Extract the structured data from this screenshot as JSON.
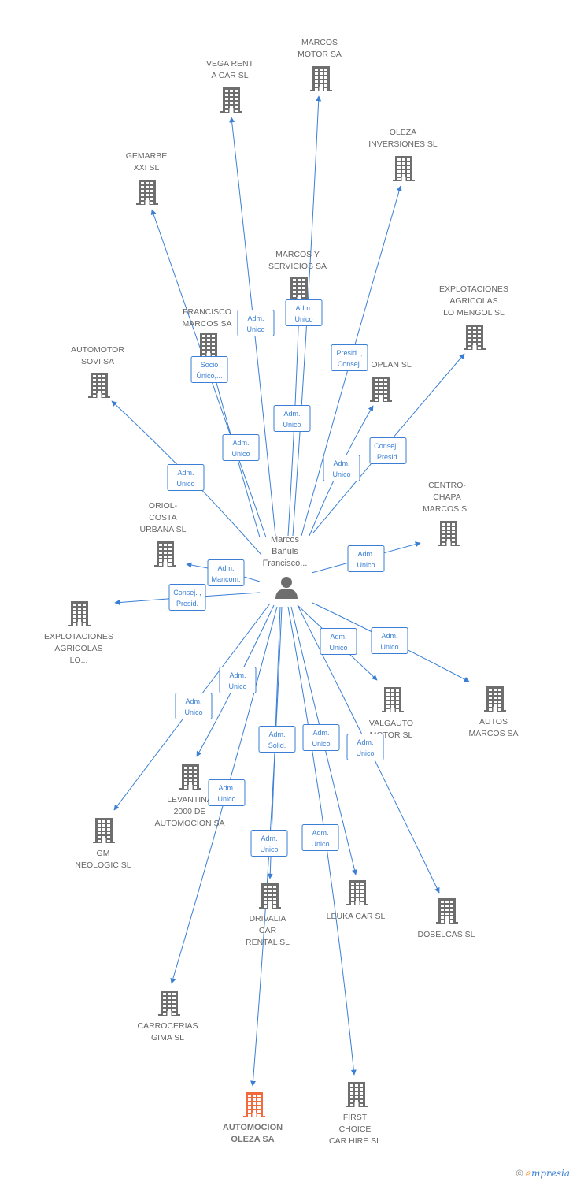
{
  "colors": {
    "edge": "#3a7fd5",
    "company": "#6e6e6e",
    "highlight": "#f26a3c",
    "person": "#6e6e6e"
  },
  "person": {
    "name_lines": [
      "Marcos",
      "Bañuls",
      "Francisco..."
    ],
    "icon": "person-icon"
  },
  "companies": [
    {
      "id": "marcos-motor",
      "lines": [
        "MARCOS",
        "MOTOR SA"
      ],
      "icon": "building-icon"
    },
    {
      "id": "vega-rent",
      "lines": [
        "VEGA RENT",
        "A CAR SL"
      ],
      "icon": "building-icon"
    },
    {
      "id": "oleza-inversiones",
      "lines": [
        "OLEZA",
        "INVERSIONES SL"
      ],
      "icon": "building-icon"
    },
    {
      "id": "gemarbe",
      "lines": [
        "GEMARBE",
        "XXI SL"
      ],
      "icon": "building-icon"
    },
    {
      "id": "marcos-servicios",
      "lines": [
        "MARCOS Y",
        "SERVICIOS SA"
      ],
      "icon": "building-icon"
    },
    {
      "id": "explotaciones-mengol",
      "lines": [
        "EXPLOTACIONES",
        "AGRICOLAS",
        "LO MENGOL SL"
      ],
      "icon": "building-icon"
    },
    {
      "id": "francisco-marcos",
      "lines": [
        "FRANCISCO",
        "MARCOS SA"
      ],
      "icon": "building-icon"
    },
    {
      "id": "automotor-sovi",
      "lines": [
        "AUTOMOTOR",
        "SOVI SA"
      ],
      "icon": "building-icon"
    },
    {
      "id": "oplan",
      "lines": [
        "OPLAN SL"
      ],
      "icon": "building-icon"
    },
    {
      "id": "centro-chapa",
      "lines": [
        "CENTRO-",
        "CHAPA",
        "MARCOS SL"
      ],
      "icon": "building-icon"
    },
    {
      "id": "oriol-costa",
      "lines": [
        "ORIOL-",
        "COSTA",
        "URBANA  SL"
      ],
      "icon": "building-icon"
    },
    {
      "id": "explotaciones-lo",
      "lines": [
        "EXPLOTACIONES",
        "AGRICOLAS",
        "LO..."
      ],
      "icon": "building-icon"
    },
    {
      "id": "valgauto",
      "lines": [
        "VALGAUTO",
        "MOTOR SL"
      ],
      "icon": "building-icon"
    },
    {
      "id": "autos-marcos",
      "lines": [
        "AUTOS",
        "MARCOS SA"
      ],
      "icon": "building-icon"
    },
    {
      "id": "levantina",
      "lines": [
        "LEVANTINA",
        "2000 DE",
        "AUTOMOCION SA"
      ],
      "icon": "building-icon"
    },
    {
      "id": "gm-neologic",
      "lines": [
        "GM",
        "NEOLOGIC SL"
      ],
      "icon": "building-icon"
    },
    {
      "id": "drivalia",
      "lines": [
        "DRIVALIA",
        "CAR",
        "RENTAL SL"
      ],
      "icon": "building-icon"
    },
    {
      "id": "leuka",
      "lines": [
        "LEUKA CAR  SL"
      ],
      "icon": "building-icon"
    },
    {
      "id": "dobelcas",
      "lines": [
        "DOBELCAS SL"
      ],
      "icon": "building-icon"
    },
    {
      "id": "carrocerias-gima",
      "lines": [
        "CARROCERIAS",
        "GIMA SL"
      ],
      "icon": "building-icon"
    },
    {
      "id": "automocion-oleza",
      "lines": [
        "AUTOMOCION",
        "OLEZA  SA"
      ],
      "icon": "building-icon",
      "highlight": true
    },
    {
      "id": "first-choice",
      "lines": [
        "FIRST",
        "CHOICE",
        "CAR HIRE SL"
      ],
      "icon": "building-icon"
    }
  ],
  "relations": [
    {
      "target": "marcos-motor",
      "lines": [
        "Adm.",
        "Unico"
      ]
    },
    {
      "target": "vega-rent",
      "lines": [
        "Adm.",
        "Unico"
      ]
    },
    {
      "target": "oleza-inversiones",
      "lines": [
        "Presid. ,",
        "Consej."
      ]
    },
    {
      "target": "gemarbe",
      "lines": [
        "Adm.",
        "Unico"
      ]
    },
    {
      "target": "marcos-servicios",
      "lines": [
        "Adm.",
        "Unico"
      ]
    },
    {
      "target": "explotaciones-mengol",
      "lines": [
        "Consej. ,",
        "Presid."
      ]
    },
    {
      "target": "francisco-marcos",
      "lines": [
        "Socio",
        "Único,..."
      ]
    },
    {
      "target": "automotor-sovi",
      "lines": [
        "Adm.",
        "Unico"
      ]
    },
    {
      "target": "oplan",
      "lines": [
        "Adm.",
        "Unico"
      ]
    },
    {
      "target": "centro-chapa",
      "lines": [
        "Adm.",
        "Unico"
      ]
    },
    {
      "target": "oriol-costa",
      "lines": [
        "Adm.",
        "Mancom."
      ]
    },
    {
      "target": "explotaciones-lo",
      "lines": [
        "Consej. ,",
        "Presid."
      ]
    },
    {
      "target": "valgauto",
      "lines": [
        "Adm.",
        "Unico"
      ]
    },
    {
      "target": "autos-marcos",
      "lines": [
        "Adm.",
        "Unico"
      ]
    },
    {
      "target": "levantina",
      "lines": [
        "Adm.",
        "Unico"
      ]
    },
    {
      "target": "gm-neologic",
      "lines": [
        "Adm.",
        "Unico"
      ]
    },
    {
      "target": "drivalia",
      "lines": [
        "Adm.",
        "Unico"
      ]
    },
    {
      "target": "leuka",
      "lines": [
        "Adm.",
        "Unico"
      ]
    },
    {
      "target": "dobelcas",
      "lines": [
        "Adm.",
        "Unico"
      ]
    },
    {
      "target": "carrocerias-gima",
      "lines": [
        "Adm.",
        "Unico"
      ]
    },
    {
      "target": "automocion-oleza",
      "lines": [
        "Adm.",
        "Solid."
      ]
    },
    {
      "target": "first-choice",
      "lines": [
        "Adm.",
        "Unico"
      ]
    },
    {
      "target": "marcos-motor",
      "lines": [
        "Adm.",
        "Unico"
      ]
    }
  ],
  "footer": {
    "copyright": "©",
    "brand_first": "e",
    "brand_rest": "mpresia"
  }
}
